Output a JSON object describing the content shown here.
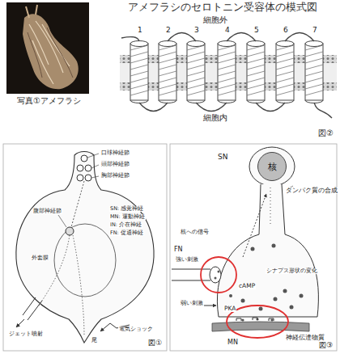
{
  "diagram": {
    "title": "アメフラシのセロトニン受容体の模式図",
    "nodes": [
      {
        "text": [
          "核"
        ]
      }
    ],
    "labels": [
      "写真①アメフラシ",
      "細胞外",
      "細胞内",
      "1",
      "2",
      "3",
      "4",
      "5",
      "6",
      "7",
      "図②",
      "口球神経節",
      "頭部神経節",
      "胸部神経節",
      "腹部神経節",
      "SN: 感覚神経",
      "MN: 運動神経",
      "IN: 介在神経",
      "FN: 促通神経",
      "外套膜",
      "ジェット噴射",
      "電気ショック",
      "尾",
      "図①",
      "SN",
      "タンパク質の合成",
      "核への信号",
      "FN",
      "強い刺激",
      "cAMP",
      "弱い刺激",
      "PKA",
      "シナプス形状の変化",
      "神経伝達物質",
      "MN",
      "図③"
    ]
  }
}
